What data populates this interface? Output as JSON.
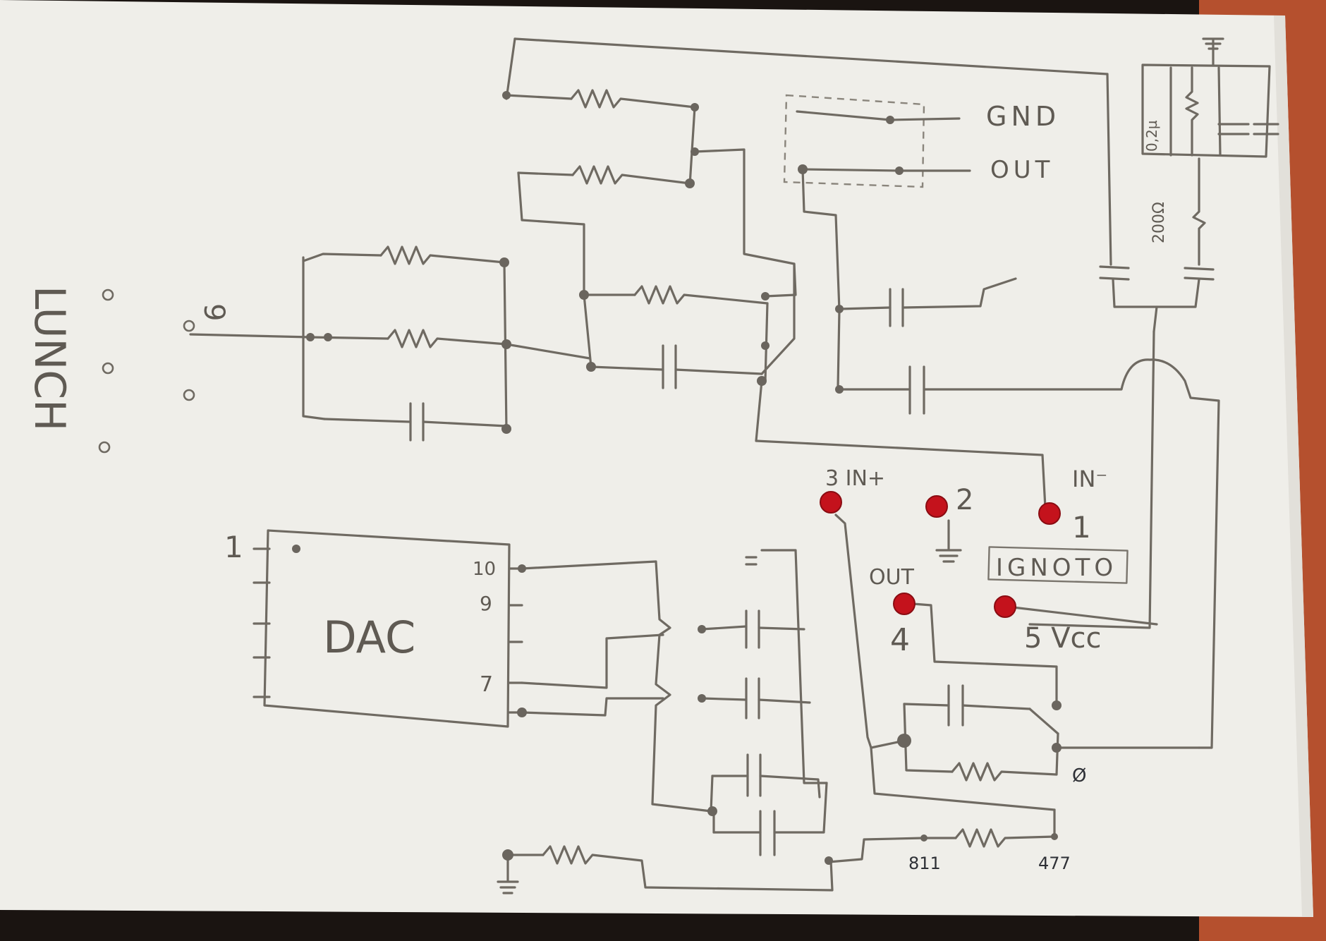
{
  "labels": {
    "vertical_title": "LUNCH",
    "pin_9": "9",
    "gnd": "GND",
    "out_top": "OUT",
    "dac": "DAC",
    "dac_pin_1": "1",
    "dac_pin_10": "10",
    "dac_pin_9": "9",
    "dac_pin_7": "7",
    "in_plus": "3 IN+",
    "pad_2": "2",
    "in_minus": "IN⁻",
    "pad_1": "1",
    "ignoto": "IGNOTO",
    "out_pad": "OUT",
    "pad_4": "4",
    "vcc": "5 Vcc",
    "r_200": "200Ω",
    "val_811": "811",
    "val_477": "477",
    "ground_zero": "Ø",
    "cap_top": "0,2µ"
  },
  "colors": {
    "paper": "#efeee9",
    "pencil": "#6f6a62",
    "pad": "#c4121c",
    "wood": "#b5502e"
  }
}
